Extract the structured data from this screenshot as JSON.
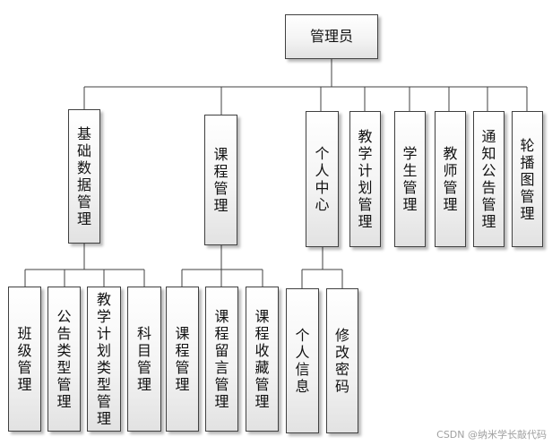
{
  "root": {
    "label": "管理员"
  },
  "level1": [
    {
      "label": "基础数据管理"
    },
    {
      "label": "课程管理"
    },
    {
      "label": "个人中心"
    },
    {
      "label": "教学计划管理"
    },
    {
      "label": "学生管理"
    },
    {
      "label": "教师管理"
    },
    {
      "label": "通知公告管理"
    },
    {
      "label": "轮播图管理"
    }
  ],
  "level2": {
    "basic_data": [
      {
        "label": "班级管理"
      },
      {
        "label": "公告类型管理"
      },
      {
        "label": "教学计划类型管理"
      },
      {
        "label": "科目管理"
      }
    ],
    "course": [
      {
        "label": "课程管理"
      },
      {
        "label": "课程留言管理"
      },
      {
        "label": "课程收藏管理"
      }
    ],
    "personal_center": [
      {
        "label": "个人信息"
      },
      {
        "label": "修改密码"
      }
    ]
  },
  "watermark": "CSDN @纳米学长敲代码"
}
